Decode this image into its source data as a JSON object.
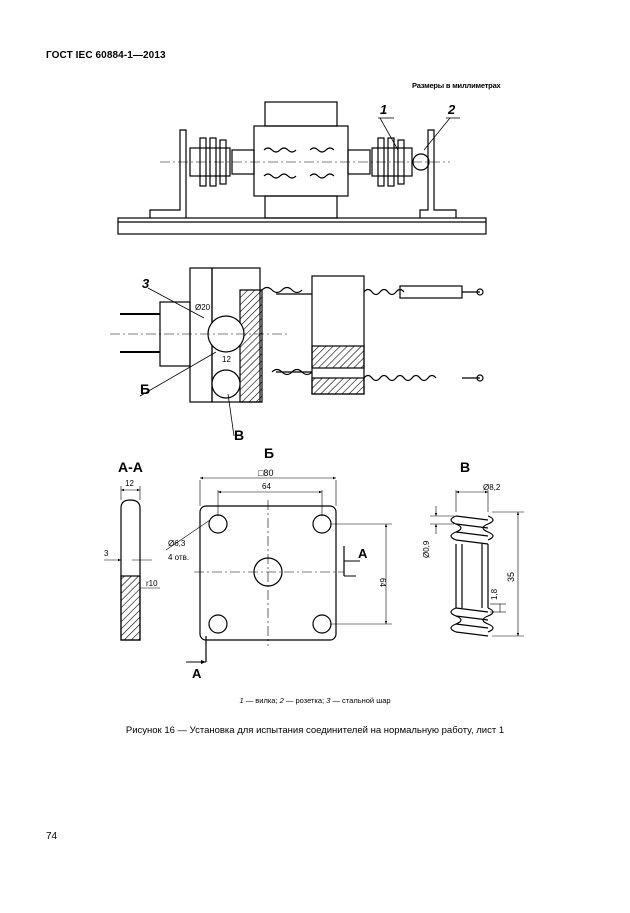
{
  "header": {
    "standard": "ГОСТ IEC 60884-1—2013"
  },
  "units_note": "Размеры в миллиметрах",
  "callouts": {
    "c1": "1",
    "c2": "2",
    "c3": "3",
    "view_b": "Б",
    "view_v": "В"
  },
  "section_labels": {
    "aa": "А-А",
    "b": "Б",
    "v": "В",
    "arrow_a": "А"
  },
  "dimensions": {
    "d_12_section": "12",
    "d_3": "3",
    "d_r10": "r10",
    "d_sq80": "□80",
    "d_64_h": "64",
    "d_64_v": "64",
    "d_hole": "Ø6,3",
    "d_holes_count": "4 отв.",
    "d_20": "Ø20",
    "d_12_mid": "12",
    "d_spring_d": "Ø8,2",
    "d_20_9": "Ø0,9",
    "d_1_8": "1,8",
    "d_35": "35"
  },
  "legend": {
    "n1": "1",
    "t1": " — вилка; ",
    "n2": "2",
    "t2": " — розетка; ",
    "n3": "3",
    "t3": " — стальной шар"
  },
  "caption": "Рисунок 16 — Установка для испытания соединителей на нормальную работу, лист 1",
  "page_number": "74"
}
